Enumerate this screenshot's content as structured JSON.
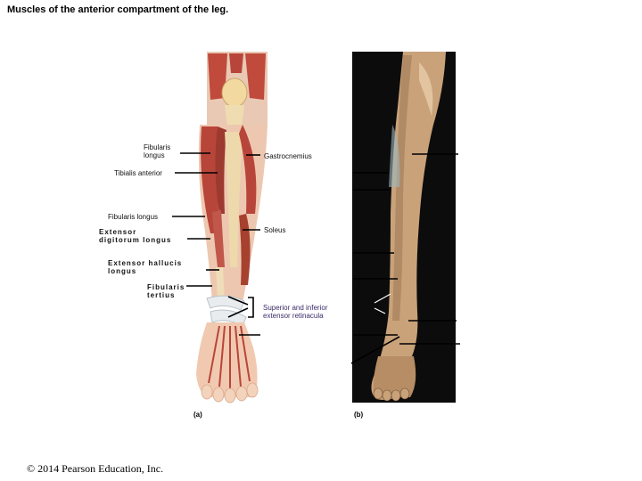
{
  "title": "Muscles of the anterior compartment of the leg.",
  "labels": {
    "fibularis_longus_top": "Fibularis\nlongus",
    "gastrocnemius": "Gastrocnemius",
    "tibialis_anterior": "Tibialis anterior",
    "fibularis_longus": "Fibularis longus",
    "soleus": "Soleus",
    "extensor_digitorum_longus": "Extensor\ndigitorum longus",
    "extensor_hallucis_longus": "Extensor hallucis\nlongus",
    "fibularis_tertius": "Fibularis\ntertius",
    "retinacula": "Superior and inferior\nextensor retinacula"
  },
  "panels": {
    "a": "(a)",
    "b": "(b)"
  },
  "copyright": "© 2014 Pearson Education, Inc.",
  "colors": {
    "muscle": "#b8453a",
    "muscle_dark": "#8e2f27",
    "tendon": "#e7d3a8",
    "skin": "#f0c0a8",
    "cadaver": "#c9a27a",
    "cadaver_dark": "#6e4e33",
    "panel_b_bg": "#0c0c0c",
    "retinacula_color": "#3a2a6a"
  }
}
